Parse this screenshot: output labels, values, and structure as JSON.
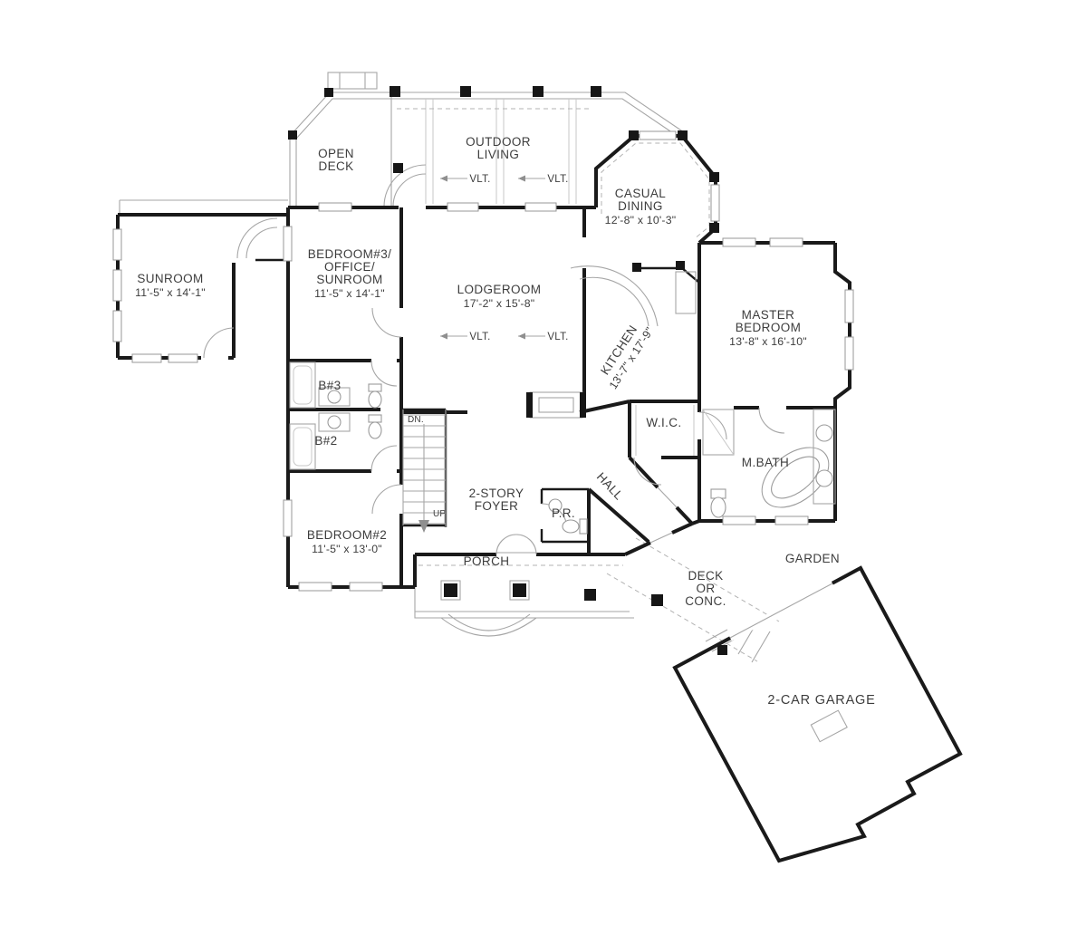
{
  "plan": {
    "labels": {
      "sunroom": {
        "name": "SUNROOM",
        "dims": "11'-5\" x 14'-1\""
      },
      "open_deck": {
        "line1": "OPEN",
        "line2": "DECK"
      },
      "outdoor_living": {
        "line1": "OUTDOOR",
        "line2": "LIVING"
      },
      "casual_dining": {
        "line1": "CASUAL",
        "line2": "DINING",
        "dims": "12'-8\" x 10'-3\""
      },
      "bedroom3": {
        "line1": "BEDROOM#3/",
        "line2": "OFFICE/",
        "line3": "SUNROOM",
        "dims": "11'-5\" x 14'-1\""
      },
      "lodgeroom": {
        "name": "LODGEROOM",
        "dims": "17'-2\" x 15'-8\""
      },
      "kitchen": {
        "name": "KITCHEN",
        "dims": "13'-7\" x 17'-9\""
      },
      "master_bedroom": {
        "line1": "MASTER",
        "line2": "BEDROOM",
        "dims": "13'-8\" x 16'-10\""
      },
      "bath3": "B#3",
      "bath2": "B#2",
      "wic": "W.I.C.",
      "master_bath": "M.BATH",
      "foyer": {
        "line1": "2-STORY",
        "line2": "FOYER"
      },
      "powder_room": "P.R.",
      "hall": "HALL",
      "bedroom2": {
        "name": "BEDROOM#2",
        "dims": "11'-5\" x 13'-0\""
      },
      "porch": "PORCH",
      "deck_conc": {
        "line1": "DECK",
        "line2": "OR",
        "line3": "CONC."
      },
      "garden": "GARDEN",
      "garage": "2-CAR GARAGE",
      "vlt": "VLT.",
      "down": "DN.",
      "up": "UP"
    },
    "colors": {
      "wall": "#1a1a1a",
      "thin_line": "#a6a6a6",
      "text": "#3d3d3d",
      "background": "#ffffff"
    }
  }
}
